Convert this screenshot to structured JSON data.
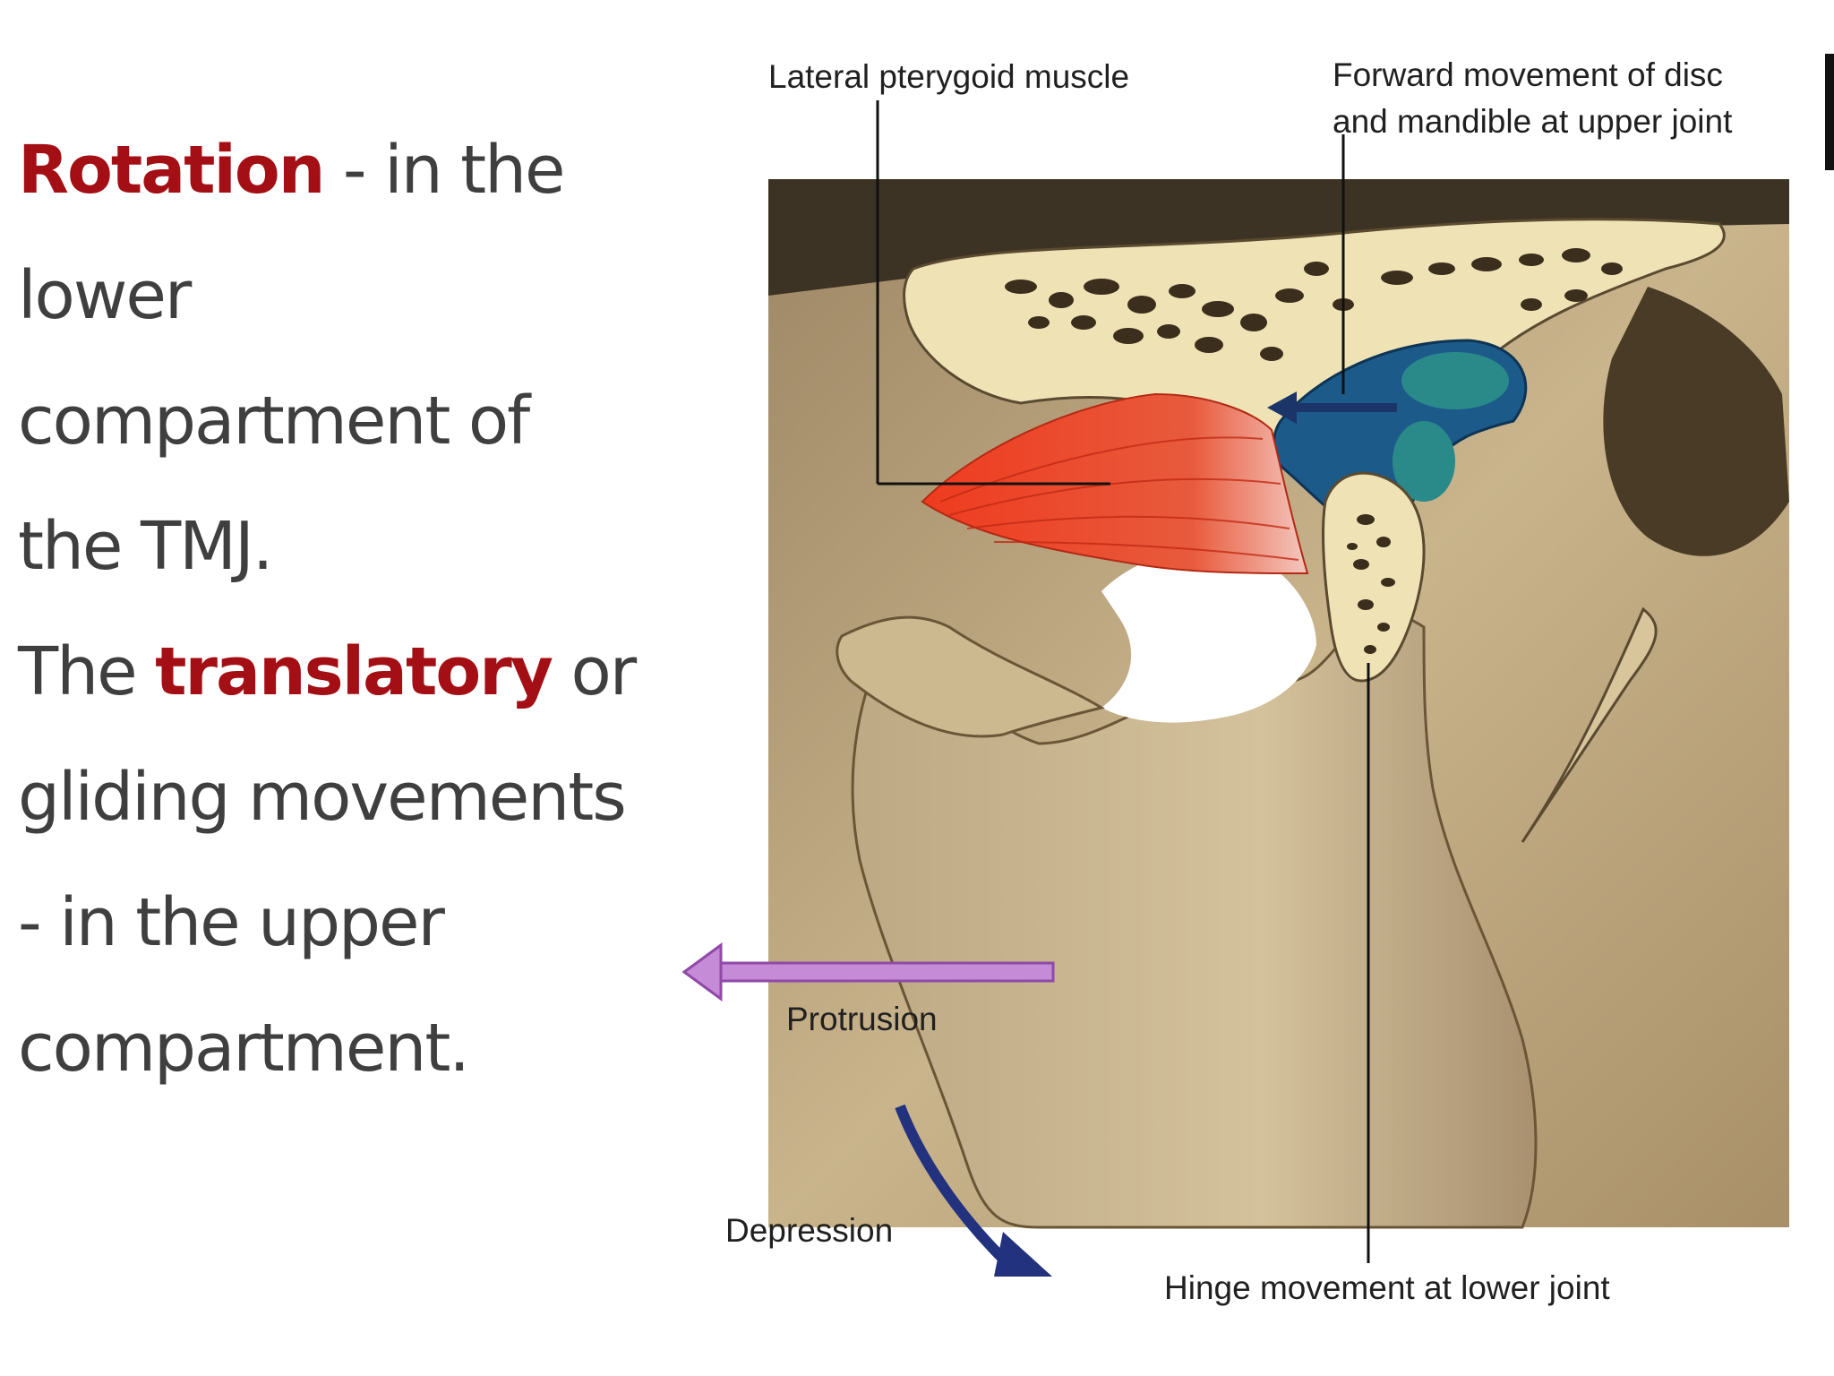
{
  "text": {
    "para1_term": "Rotation",
    "para1_rest_a": " - in the",
    "para1_rest_b": "lower",
    "para1_rest_c": "compartment of",
    "para1_rest_d": "the TMJ.",
    "para2_lead": "The ",
    "para2_term": "translatory",
    "para2_rest_a": " or",
    "para2_rest_b": "gliding movements",
    "para2_rest_c": "- in the upper",
    "para2_rest_d": "compartment."
  },
  "figure_labels": {
    "lateral_pterygoid": "Lateral pterygoid muscle",
    "forward_line1": "Forward movement of disc",
    "forward_line2": "and mandible at upper joint",
    "protrusion": "Protrusion",
    "depression": "Depression",
    "hinge": "Hinge movement at lower joint"
  },
  "colors": {
    "highlight": "#a30f14",
    "body_text": "#3f3f3f",
    "bone": "#b9a27c",
    "muscle": "#e8492d",
    "disc_blue": "#1c5a8a",
    "protrusion_arrow": "#a25bbf",
    "depression_arrow": "#23327e"
  }
}
